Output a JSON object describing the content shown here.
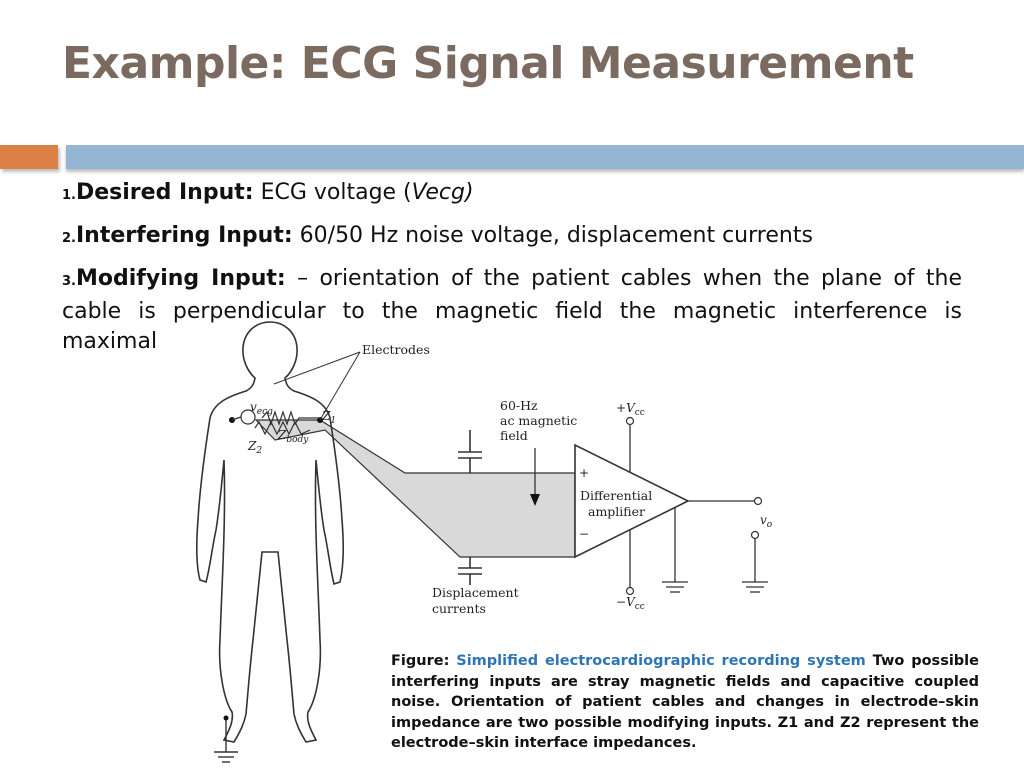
{
  "slide": {
    "title": "Example: ECG Signal Measurement",
    "items": [
      {
        "number": "1.",
        "label": "Desired Input:",
        "text": "ECG voltage (",
        "italic": "Vecg)"
      },
      {
        "number": "2.",
        "label": "Interfering Input:",
        "text": "60/50 Hz noise voltage, displacement currents"
      },
      {
        "number": "3.",
        "label": "Modifying Input:",
        "text": "– orientation of the patient cables when the plane of the cable is perpendicular to the magnetic field the magnetic interference is maximal"
      }
    ]
  },
  "diagram": {
    "electrodes": "Electrodes",
    "field_line1": "60-Hz",
    "field_line2": "ac magnetic",
    "field_line3": "field",
    "vecg_base": "v",
    "vecg_sub": "ecg",
    "z1_base": "Z",
    "z1_sub": "1",
    "z2_base": "Z",
    "z2_sub": "2",
    "zbody_base": "Z",
    "zbody_sub": "body",
    "displacement_line1": "Displacement",
    "displacement_line2": "currents",
    "amp_line1": "Differential",
    "amp_line2": "amplifier",
    "plus": "+",
    "minus": "−",
    "vcc_pos_sign": "+",
    "vcc_pos_base": "V",
    "vcc_neg_sign": "−",
    "vcc_neg_base": "V",
    "vcc_sub": "cc",
    "vo_base": "v",
    "vo_sub": "o"
  },
  "caption": {
    "prefix": "Figure:",
    "highlight": "Simplified electrocardiographic recording system",
    "text": "Two possible interfering inputs are stray magnetic fields and capacitive coupled noise. Orientation of patient cables and changes in electrode–skin impedance are two possible modifying inputs. Z1 and Z2 represent the electrode–skin interface impedances."
  },
  "colors": {
    "title": "#7b6a60",
    "band_orange": "#dd8047",
    "band_blue": "#94b6d2",
    "caption_highlight": "#2e75b6",
    "cable_fill": "#d9d9d9"
  }
}
